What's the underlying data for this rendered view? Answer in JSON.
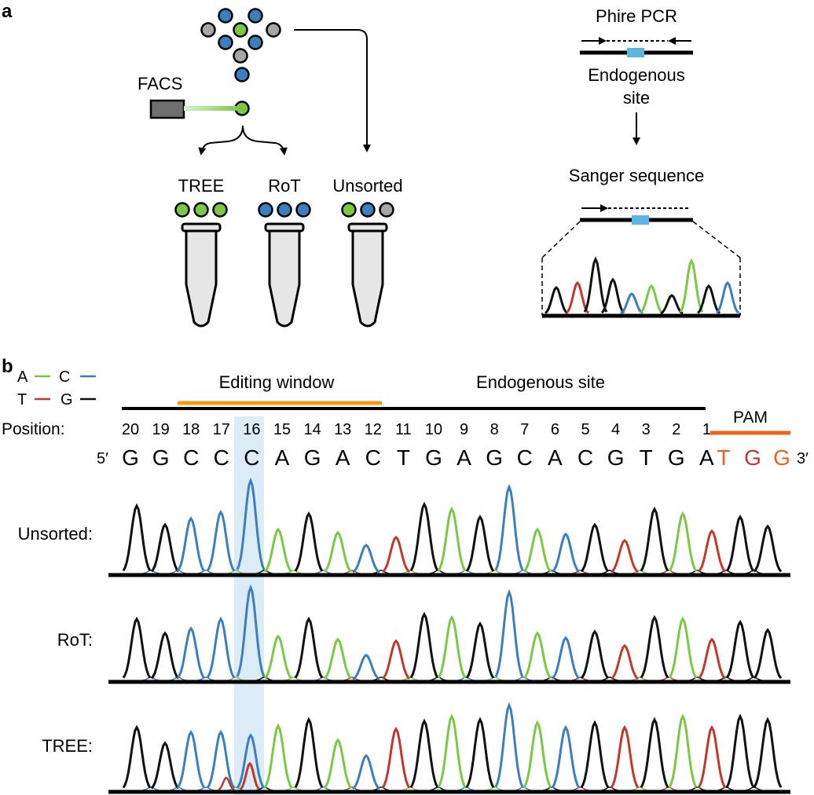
{
  "panel_a": {
    "label": "a",
    "facs_label": "FACS",
    "tubes": [
      {
        "label": "TREE",
        "dots": [
          "green",
          "green",
          "green"
        ]
      },
      {
        "label": "RoT",
        "dots": [
          "blue",
          "blue",
          "blue"
        ]
      },
      {
        "label": "Unsorted",
        "dots": [
          "green",
          "blue",
          "gray"
        ]
      }
    ],
    "pcr_label": "Phire PCR",
    "endogenous_label_line1": "Endogenous",
    "endogenous_label_line2": "site",
    "sanger_label": "Sanger sequence"
  },
  "panel_b": {
    "label": "b",
    "legend": [
      {
        "left": "A",
        "right": "C",
        "left_color": "green",
        "right_color": "blue"
      },
      {
        "left": "T",
        "right": "G",
        "left_color": "red",
        "right_color": "black"
      }
    ],
    "editing_window_label": "Editing window",
    "endogenous_site_label": "Endogenous site",
    "pam_label": "PAM",
    "position_label": "Position:",
    "positions": [
      "20",
      "19",
      "18",
      "17",
      "16",
      "15",
      "14",
      "13",
      "12",
      "11",
      "10",
      "9",
      "8",
      "7",
      "6",
      "5",
      "4",
      "3",
      "2",
      "1"
    ],
    "five_prime": "5′",
    "three_prime": "3′",
    "sequence": [
      "G",
      "G",
      "C",
      "C",
      "C",
      "A",
      "G",
      "A",
      "C",
      "T",
      "G",
      "A",
      "G",
      "C",
      "A",
      "C",
      "G",
      "T",
      "G",
      "A"
    ],
    "pam_sequence": [
      "T",
      "G",
      "G"
    ],
    "highlight_position": "16",
    "traces": [
      {
        "label": "Unsorted:"
      },
      {
        "label": "RoT:"
      },
      {
        "label": "TREE:"
      }
    ]
  },
  "colors": {
    "A": "#7ac943",
    "C": "#3a7fc1",
    "G": "#111111",
    "T": "#c0392b",
    "gray": "#a6a6a6",
    "editing_window": "#f39c12",
    "pam": "#e8641b",
    "highlight": "#d6e9f6",
    "endogenous_box": "#5bb6e3",
    "tube_fill": "#e6e6e6",
    "facs_box": "#6e6e6e"
  }
}
